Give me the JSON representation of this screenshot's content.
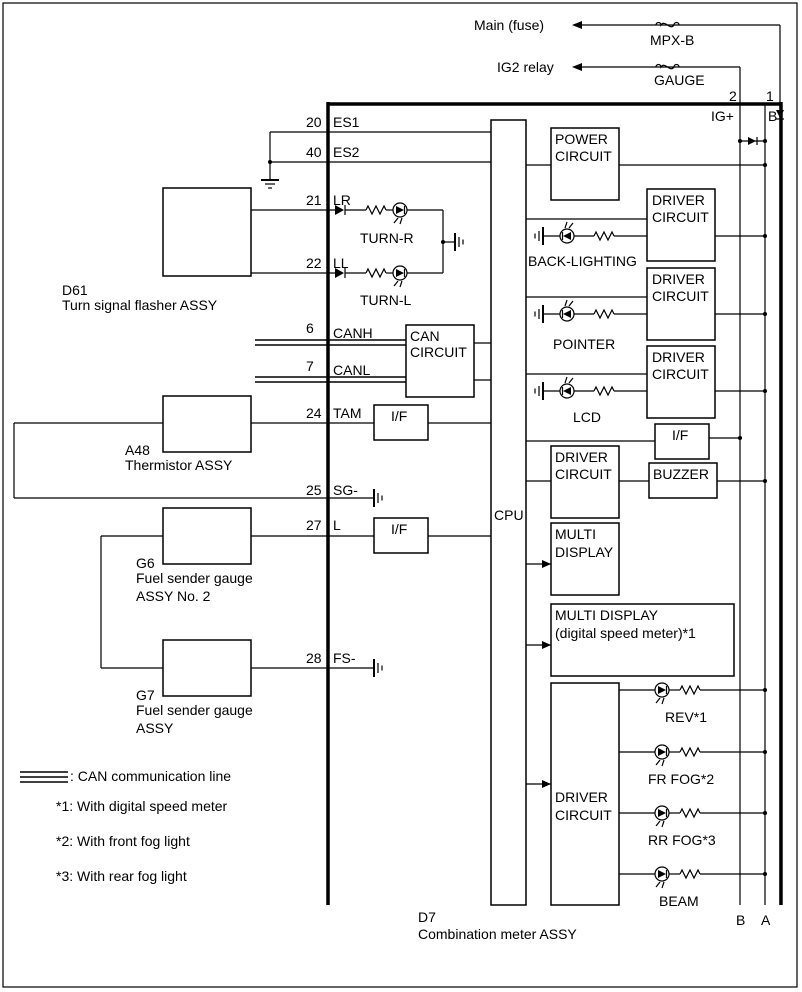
{
  "power": {
    "main_fuse_label": "Main (fuse)",
    "mpx_b_label": "MPX-B",
    "ig2_relay_label": "IG2 relay",
    "gauge_label": "GAUGE",
    "pin1": "1",
    "pin2": "2",
    "ig_plus": "IG+",
    "b_label": "B",
    "a_label": "A"
  },
  "meter": {
    "code": "D7",
    "name": "Combination meter ASSY",
    "cpu_label": "CPU",
    "power_circuit": [
      "POWER",
      "CIRCUIT"
    ],
    "driver_circuit": [
      "DRIVER",
      "CIRCUIT"
    ],
    "can_circuit": [
      "CAN",
      "CIRCUIT"
    ],
    "if_label": "I/F",
    "buzzer_label": "BUZZER",
    "multi_display": [
      "MULTI",
      "DISPLAY"
    ],
    "multi_display_digital": [
      "MULTI DISPLAY",
      "(digital speed meter)*1"
    ]
  },
  "pins": [
    {
      "num": "20",
      "name": "ES1"
    },
    {
      "num": "40",
      "name": "ES2"
    },
    {
      "num": "21",
      "name": "LR"
    },
    {
      "num": "22",
      "name": "LL"
    },
    {
      "num": "6",
      "name": "CANH"
    },
    {
      "num": "7",
      "name": "CANL"
    },
    {
      "num": "24",
      "name": "TAM"
    },
    {
      "num": "25",
      "name": "SG-"
    },
    {
      "num": "27",
      "name": "L"
    },
    {
      "num": "28",
      "name": "FS-"
    }
  ],
  "indicators": {
    "turn_r": "TURN-R",
    "turn_l": "TURN-L",
    "back_lighting": "BACK-LIGHTING",
    "pointer": "POINTER",
    "lcd": "LCD",
    "rev": "REV*1",
    "fr_fog": "FR FOG*2",
    "rr_fog": "RR FOG*3",
    "beam": "BEAM"
  },
  "components": {
    "flasher_code": "D61",
    "flasher_name": "Turn signal flasher ASSY",
    "thermistor_code": "A48",
    "thermistor_name": "Thermistor ASSY",
    "fuel2_code": "G6",
    "fuel2_name_line1": "Fuel sender gauge",
    "fuel2_name_line2": "ASSY No. 2",
    "fuel_code": "G7",
    "fuel_name_line1": "Fuel sender gauge",
    "fuel_name_line2": "ASSY"
  },
  "legend": {
    "can_line": ": CAN communication line",
    "note1": "*1: With digital speed meter",
    "note2": "*2: With front fog light",
    "note3": "*3: With rear fog light"
  }
}
